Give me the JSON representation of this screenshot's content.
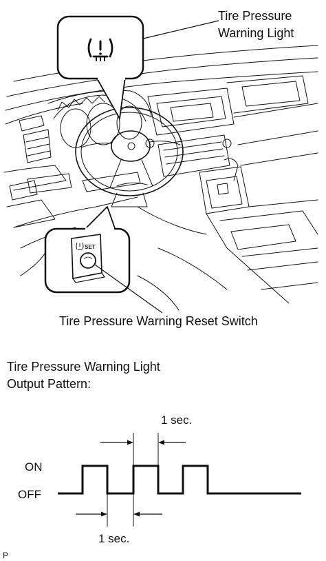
{
  "labels": {
    "warning_light_line1": "Tire Pressure",
    "warning_light_line2": "Warning Light",
    "reset_switch": "Tire Pressure Warning Reset Switch",
    "switch_set": "SET",
    "pattern_title_line1": "Tire Pressure Warning Light",
    "pattern_title_line2": "Output Pattern:",
    "on": "ON",
    "off": "OFF",
    "interval_top": "1 sec.",
    "interval_bottom": "1 sec.",
    "figure_code": "P"
  },
  "icons": {
    "tpms": "tire-pressure-warning-icon",
    "switch": "reset-switch-button-icon"
  },
  "output_pattern": {
    "type": "pulse",
    "pulses": 3,
    "on_duration_sec": 1,
    "off_duration_sec": 1,
    "levels": [
      "ON",
      "OFF"
    ]
  }
}
